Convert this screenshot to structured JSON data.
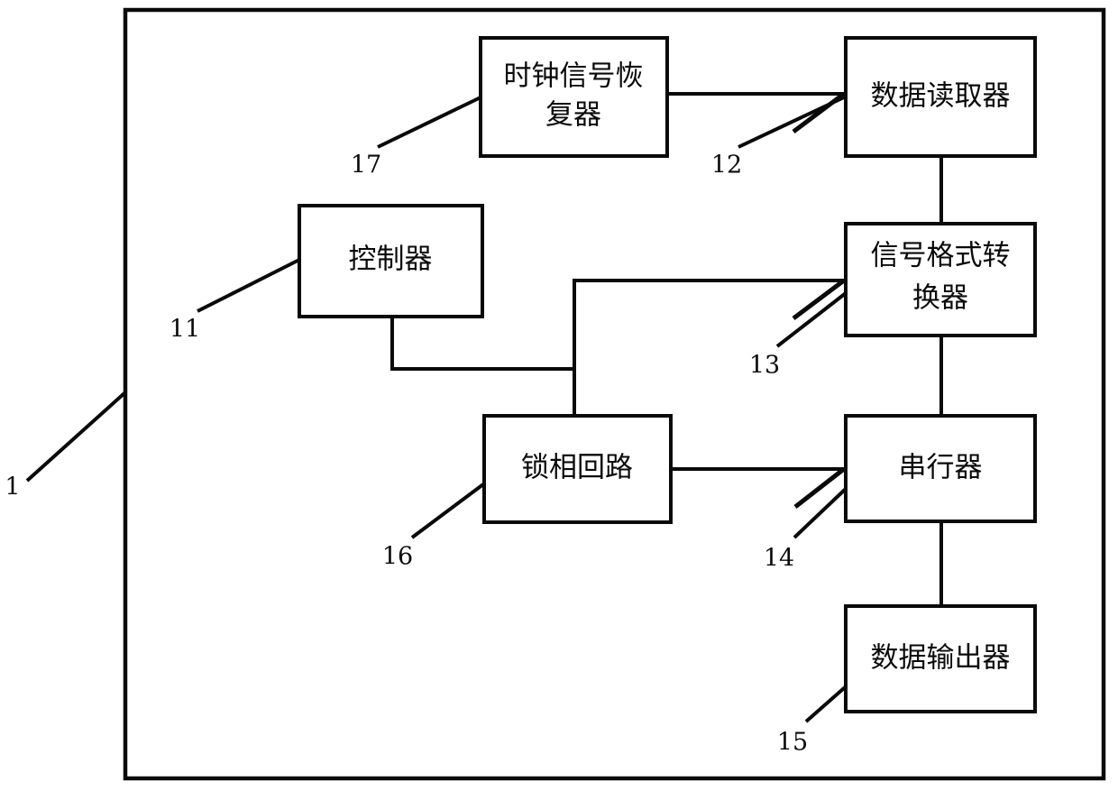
{
  "figure": {
    "type": "patent-block-diagram",
    "outer_frame_ref": "1",
    "background_color": "#ffffff",
    "line_color": "#0a0a0a"
  },
  "blocks": [
    {
      "id": "clock-recovery",
      "ref": "17",
      "lines": [
        "时钟信号恢",
        "复器"
      ],
      "label": "时钟信号恢复器"
    },
    {
      "id": "data-reader",
      "ref": "12",
      "lines": [
        "数据读取器"
      ],
      "label": "数据读取器"
    },
    {
      "id": "controller",
      "ref": "11",
      "lines": [
        "控制器"
      ],
      "label": "控制器"
    },
    {
      "id": "signal-format-converter",
      "ref": "13",
      "lines": [
        "信号格式转",
        "换器"
      ],
      "label": "信号格式转换器"
    },
    {
      "id": "phase-locked-loop",
      "ref": "16",
      "lines": [
        "锁相回路"
      ],
      "label": "锁相回路"
    },
    {
      "id": "serializer",
      "ref": "14",
      "lines": [
        "串行器"
      ],
      "label": "串行器"
    },
    {
      "id": "data-output",
      "ref": "15",
      "lines": [
        "数据输出器"
      ],
      "label": "数据输出器"
    }
  ],
  "reference_numerals": {
    "frame": "1",
    "controller": "11",
    "data_reader": "12",
    "converter": "13",
    "serializer": "14",
    "data_output": "15",
    "pll": "16",
    "clock_recovery": "17"
  }
}
